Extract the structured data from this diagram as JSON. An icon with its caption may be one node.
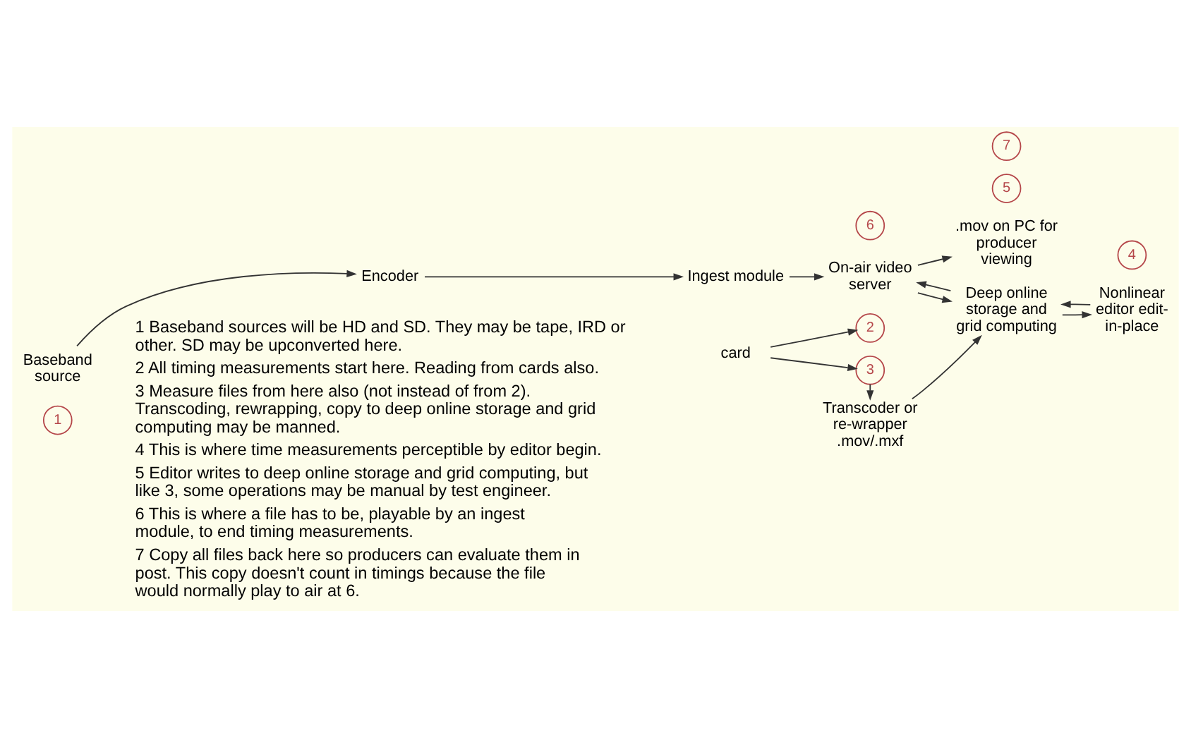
{
  "diagram": {
    "nodes": [
      {
        "text": [
          "1"
        ]
      },
      {
        "text": [
          "Baseband source"
        ]
      },
      {
        "text": [
          "Encoder"
        ]
      },
      {
        "text": [
          "Ingest module"
        ]
      },
      {
        "text": [
          "card"
        ]
      },
      {
        "text": [
          "2"
        ]
      },
      {
        "text": [
          "On-air video server"
        ]
      },
      {
        "text": [
          "3"
        ]
      },
      {
        "text": [
          "Transcoder or re-wrapper .mov/.mxf"
        ]
      },
      {
        "text": [
          "Deep online storage and grid computing"
        ]
      },
      {
        "text": [
          "5"
        ]
      },
      {
        "text": [
          "6"
        ]
      },
      {
        "text": [
          "4"
        ]
      },
      {
        "text": [
          "Nonlinear editor edit-in-place"
        ]
      },
      {
        "text": [
          "7"
        ]
      },
      {
        "text": [
          ".mov on PC for producer viewing"
        ]
      }
    ],
    "edges": [
      {
        "from": 1,
        "to": 2,
        "arrow": "to"
      },
      {
        "from": 2,
        "to": 3,
        "arrow": "to"
      },
      {
        "from": 3,
        "to": 6,
        "arrow": "to"
      },
      {
        "from": 4,
        "to": 5,
        "arrow": "to"
      },
      {
        "from": 4,
        "to": 7,
        "arrow": "to"
      },
      {
        "from": 7,
        "to": 8,
        "arrow": "to"
      },
      {
        "from": 8,
        "to": 9,
        "arrow": "to"
      },
      {
        "from": 6,
        "to": 9,
        "arrow": "to"
      },
      {
        "from": 9,
        "to": 6,
        "arrow": "to"
      },
      {
        "from": 9,
        "to": 13,
        "arrow": "to"
      },
      {
        "from": 13,
        "to": 9,
        "arrow": "to"
      },
      {
        "from": 6,
        "to": 15,
        "arrow": "to"
      }
    ],
    "labels": [
      "1 Baseband sources will be HD and SD. They may be tape, IRD or other. SD may be upconverted here.",
      "2 All timing measurements start here. Reading from cards also.",
      "3 Measure files from here also (not instead of from 2). Transcoding, rewrapping, copy to deep online storage and grid computing may be manned.",
      "4 This is where time measurements perceptible by editor begin.",
      "5 Editor writes to deep online storage and grid computing, but like 3, some operations may be manual by test engineer.",
      "6 This is where a file has to be, playable by an ingest module, to end timing measurements.",
      "7 Copy all files back here so producers can evaluate them in post. This copy doesn't count in timings because the file would normally play to air at 6."
    ]
  }
}
